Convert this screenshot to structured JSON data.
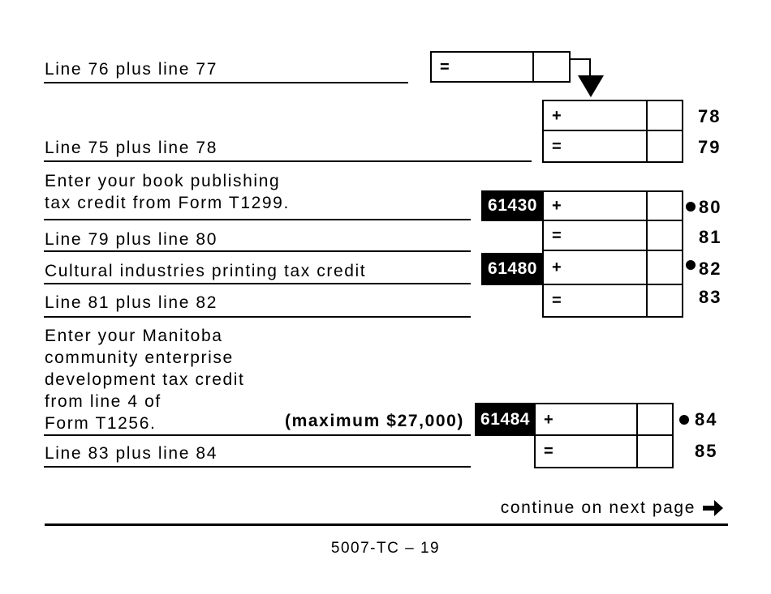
{
  "colors": {
    "paper": "#ffffff",
    "ink": "#000000",
    "code_box_bg": "#000000",
    "code_box_text": "#ffffff"
  },
  "icons": {
    "carry_down": "arrow-down",
    "continue_next": "arrow-right"
  },
  "intro_row": {
    "label": "Line 76 plus line 77",
    "operator": "="
  },
  "rows": {
    "r78": {
      "line_number": "78",
      "operator": "+"
    },
    "r79": {
      "line_number": "79",
      "operator": "=",
      "label": "Line 75 plus line 78"
    },
    "r80": {
      "line_number": "80",
      "operator": "+",
      "code": "61430",
      "label_line1": "Enter your book publishing",
      "label_line2": "tax credit from Form T1299."
    },
    "r81": {
      "line_number": "81",
      "operator": "=",
      "label": "Line 79 plus line 80"
    },
    "r82": {
      "line_number": "82",
      "operator": "+",
      "code": "61480",
      "label": "Cultural industries printing tax credit"
    },
    "r83": {
      "line_number": "83",
      "operator": "=",
      "label": "Line 81 plus line 82"
    },
    "r84": {
      "line_number": "84",
      "operator": "+",
      "code": "61484",
      "label_line1": "Enter your Manitoba",
      "label_line2": "community enterprise",
      "label_line3": "development tax credit",
      "label_line4": "from line 4 of",
      "label_line5": "Form T1256.",
      "note": "(maximum $27,000)"
    },
    "r85": {
      "line_number": "85",
      "operator": "=",
      "label": "Line 83 plus line 84"
    }
  },
  "footer": {
    "continue_label": "continue on next page",
    "form_code": "5007-TC – 19"
  }
}
